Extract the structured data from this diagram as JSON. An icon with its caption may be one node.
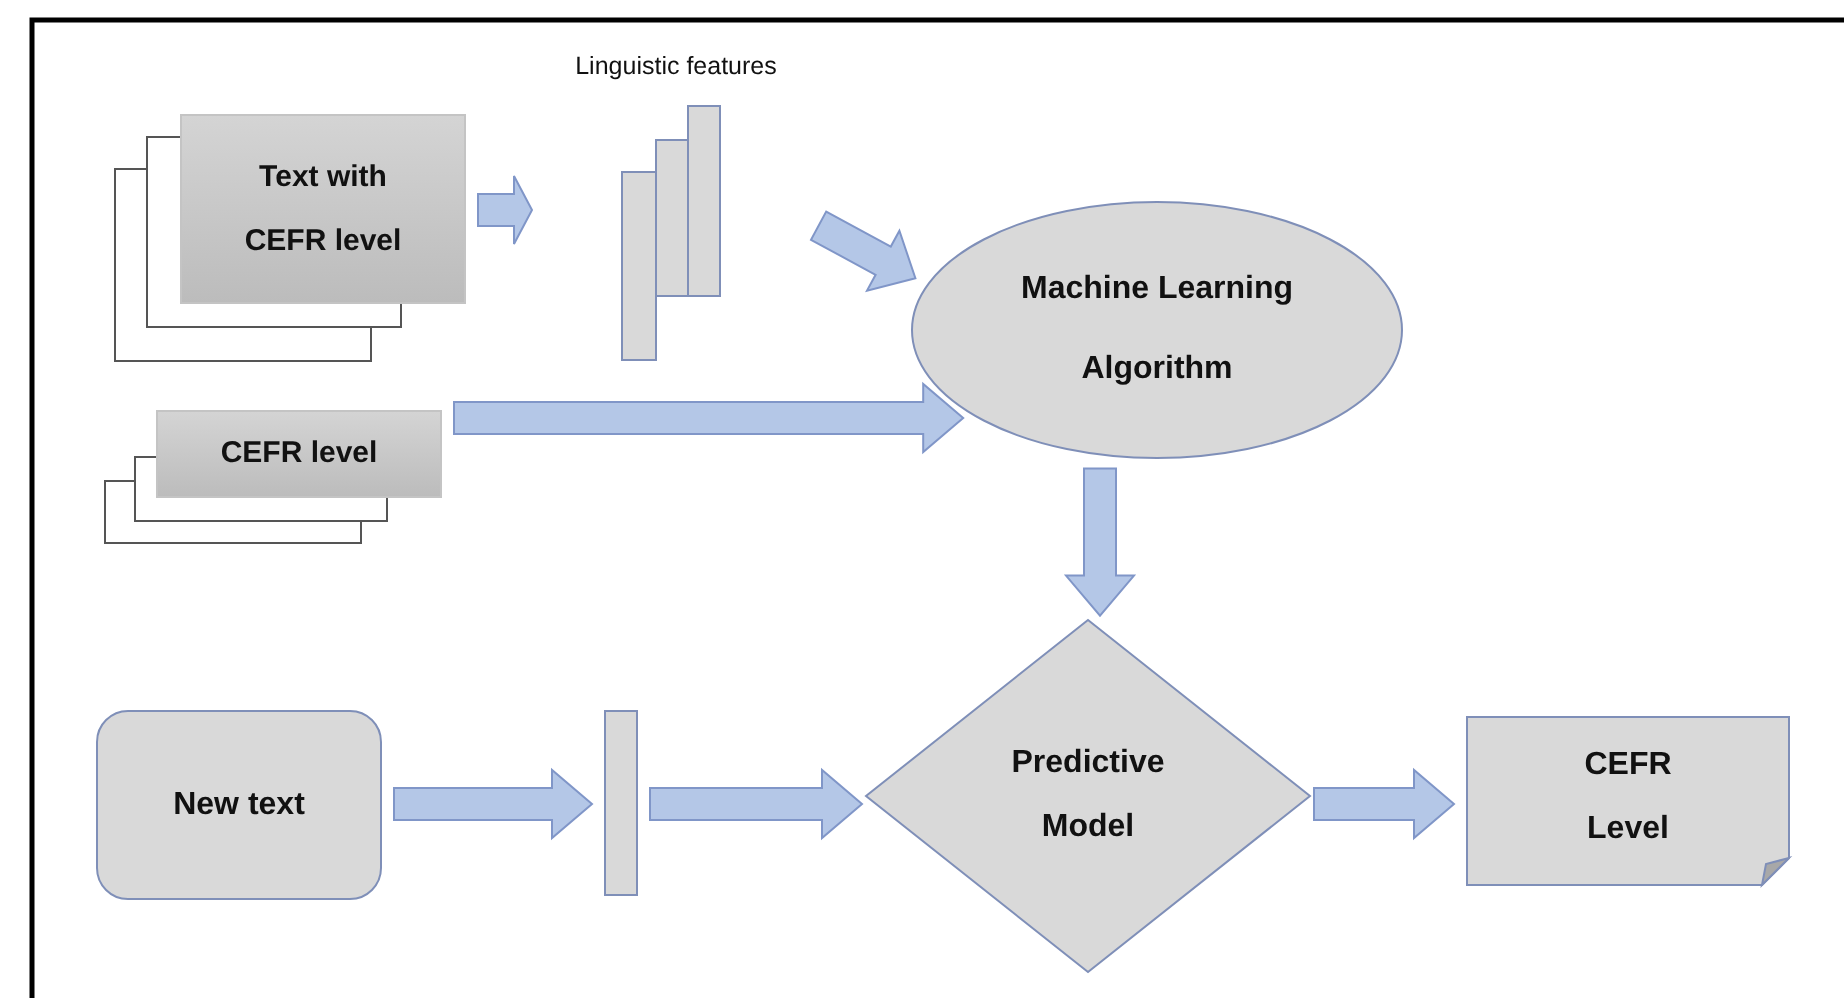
{
  "diagram": {
    "nodes": [
      {
        "text": [
          "Text with CEFR level"
        ]
      },
      {
        "text": [
          "Linguistic features"
        ]
      },
      {
        "text": [
          "CEFR level"
        ]
      },
      {
        "text": [
          "Machine Learning Algorithm"
        ]
      },
      {
        "text": [
          "New text"
        ]
      },
      {
        "text": [],
        "shape": "bar"
      },
      {
        "text": [
          "Predictive Model"
        ]
      },
      {
        "text": [
          "CEFR Level"
        ]
      }
    ],
    "edges": [
      {
        "from": 0,
        "to": 1,
        "arrow": "to"
      },
      {
        "from": 1,
        "to": 3,
        "arrow": "to"
      },
      {
        "from": 2,
        "to": 3,
        "arrow": "to"
      },
      {
        "from": 3,
        "to": 6,
        "arrow": "to"
      },
      {
        "from": 4,
        "to": 5,
        "arrow": "to"
      },
      {
        "from": 5,
        "to": 6,
        "arrow": "to"
      },
      {
        "from": 6,
        "to": 7,
        "arrow": "to"
      }
    ]
  }
}
